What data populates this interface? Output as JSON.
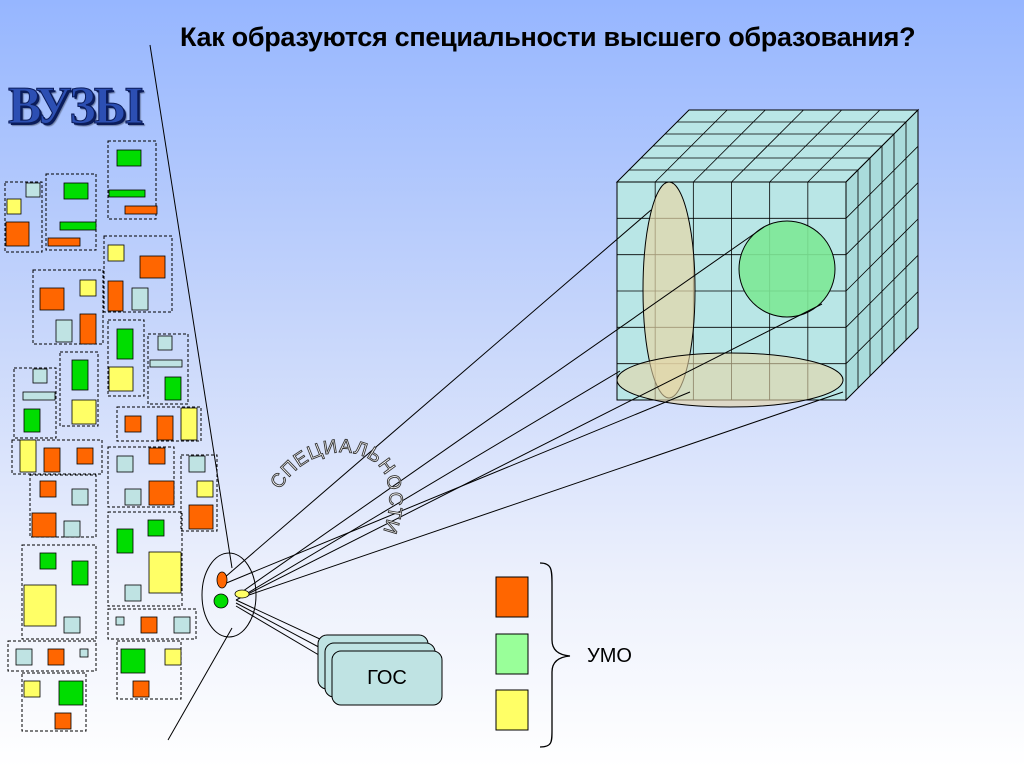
{
  "slide": {
    "title": "Как образуются специальности высшего образования?"
  },
  "logo": {
    "text": "ВУЗЫ"
  },
  "arc_text": {
    "text": "СПЕЦИАЛЬНОСТИ"
  },
  "gos": {
    "label": "ГОС"
  },
  "umo": {
    "label": "УМО"
  },
  "colors": {
    "orange": "#ff6600",
    "green": "#00dd00",
    "yellow": "#ffff66",
    "light_blue": "#bfe3e3",
    "umo_green": "#99ff99",
    "cube_face": "#b9e6e6",
    "cube_side": "#aadcdc",
    "sphere": "#7de896",
    "ellipse": "#e6d5a6"
  }
}
